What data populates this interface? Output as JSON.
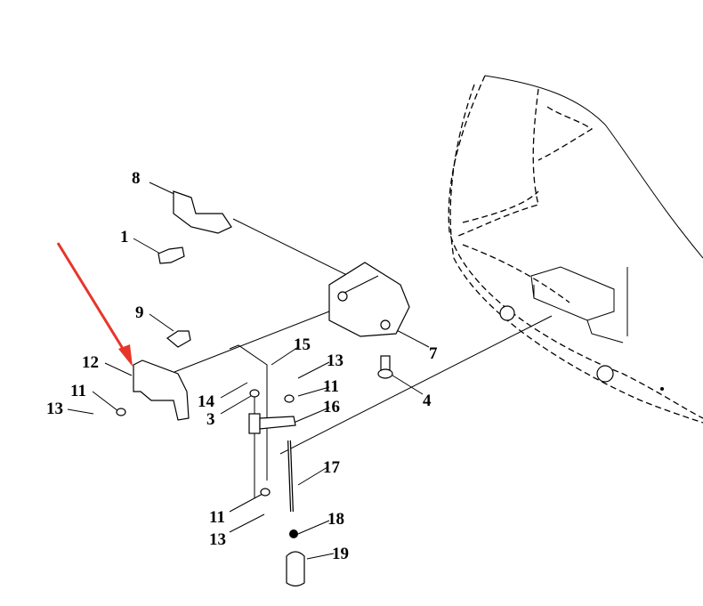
{
  "diagram": {
    "callouts": [
      {
        "id": "8",
        "label": "8"
      },
      {
        "id": "1",
        "label": "1"
      },
      {
        "id": "9",
        "label": "9"
      },
      {
        "id": "12",
        "label": "12"
      },
      {
        "id": "11a",
        "label": "11"
      },
      {
        "id": "13a",
        "label": "13"
      },
      {
        "id": "14",
        "label": "14"
      },
      {
        "id": "3",
        "label": "3"
      },
      {
        "id": "15",
        "label": "15"
      },
      {
        "id": "13b",
        "label": "13"
      },
      {
        "id": "11b",
        "label": "11"
      },
      {
        "id": "16",
        "label": "16"
      },
      {
        "id": "7",
        "label": "7"
      },
      {
        "id": "4",
        "label": "4"
      },
      {
        "id": "17",
        "label": "17"
      },
      {
        "id": "11c",
        "label": "11"
      },
      {
        "id": "13c",
        "label": "13"
      },
      {
        "id": "18",
        "label": "18"
      },
      {
        "id": "19",
        "label": "19"
      }
    ],
    "highlight_color": "#e8352a"
  }
}
